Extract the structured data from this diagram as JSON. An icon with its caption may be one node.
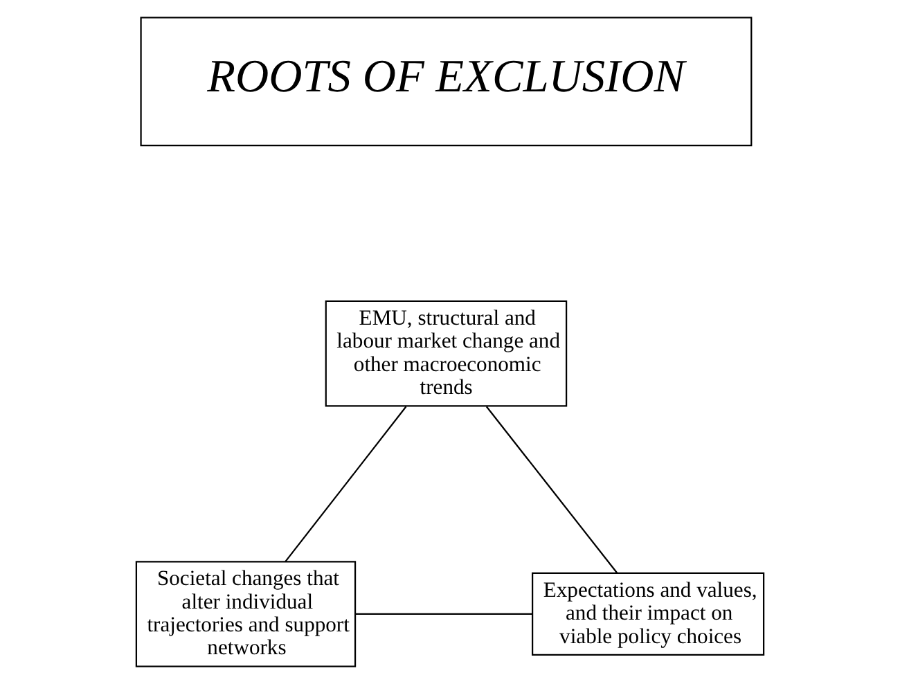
{
  "diagram": {
    "nodes": [
      {
        "text": [
          "ROOTS OF EXCLUSION"
        ]
      },
      {
        "text": [
          "EMU, structural and labour market change and other macroeconomic trends"
        ]
      },
      {
        "text": [
          "Societal changes that alter individual trajectories and support networks"
        ]
      },
      {
        "text": [
          "Expectations and values, and their impact on viable policy choices"
        ]
      }
    ],
    "edges": [
      {
        "from": 1,
        "to": 2,
        "arrow": "none"
      },
      {
        "from": 1,
        "to": 3,
        "arrow": "none"
      },
      {
        "from": 2,
        "to": 3,
        "arrow": "none"
      }
    ]
  }
}
